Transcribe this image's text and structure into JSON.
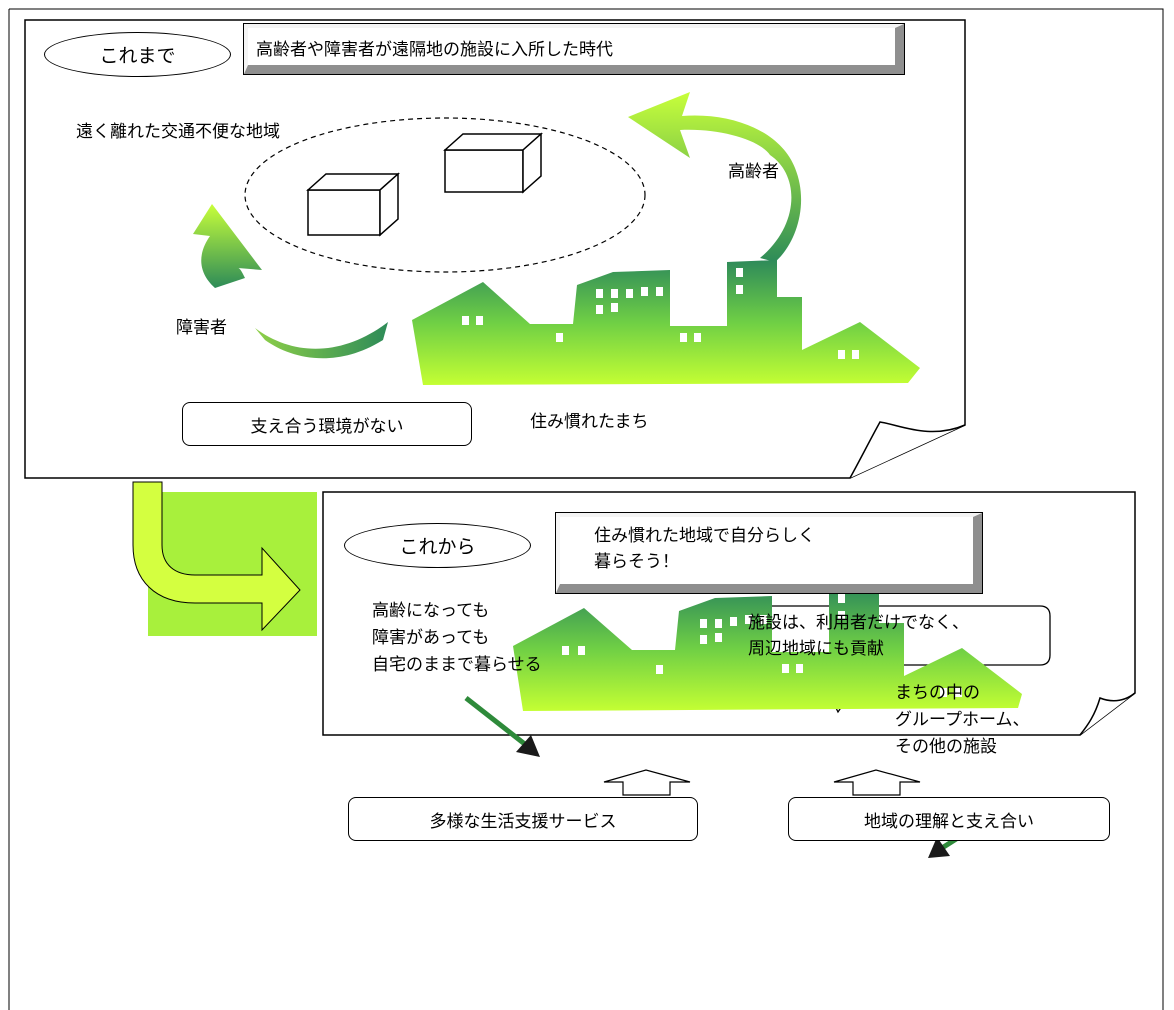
{
  "top_panel": {
    "label": "これまで",
    "title": "高齢者や障害者が遠隔地の施設に入所した時代",
    "remote_area": "遠く離れた交通不便な地域",
    "elderly": "高齢者",
    "disabled": "障害者",
    "no_support": "支え合う環境がない",
    "hometown": "住み慣れたまち"
  },
  "bottom_panel": {
    "label": "これから",
    "title": "住み慣れた地域で自分らしく\n暮らそう！",
    "at_home": "高齢になっても\n障害があっても\n自宅のままで暮らせる",
    "facility_note": "施設は、利用者だけでなく、\n周辺地域にも貢献",
    "town_facilities": "まちの中の\nグループホーム、\nその他の施設",
    "support_services": "多様な生活支援サービス",
    "community": "地域の理解と支え合い"
  },
  "colors": {
    "town_top": "#2e8a5a",
    "town_bottom": "#b9ff35",
    "arrow_light": "#c8ff3a",
    "arrow_dark": "#2d8b58",
    "transition_bg": "#a8f03c",
    "transition_arrow": "#d4ff40"
  }
}
